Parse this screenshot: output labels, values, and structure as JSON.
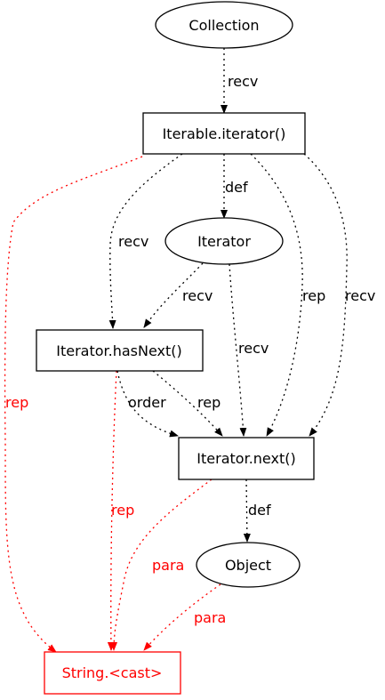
{
  "colors": {
    "black": "#000000",
    "red": "#ff0000",
    "background": "#ffffff"
  },
  "nodes": {
    "collection": "Collection",
    "iterable_iterator": "Iterable.iterator()",
    "iterator": "Iterator",
    "has_next": "Iterator.hasNext()",
    "next": "Iterator.next()",
    "object": "Object",
    "string_cast": "String.<cast>"
  },
  "edges": {
    "collection_to_iterable": "recv",
    "iterable_to_iterator": "def",
    "iterable_to_hasnext": "recv",
    "iterable_to_next_rep": "rep",
    "iterable_to_next_recv": "recv",
    "iterator_to_hasnext": "recv",
    "iterator_to_next": "recv",
    "hasnext_to_next_order": "order",
    "hasnext_to_next_rep": "rep",
    "next_to_object": "def",
    "iterable_to_string_rep": "rep",
    "hasnext_to_string_rep": "rep",
    "next_to_string_para": "para",
    "object_to_string_para": "para"
  }
}
